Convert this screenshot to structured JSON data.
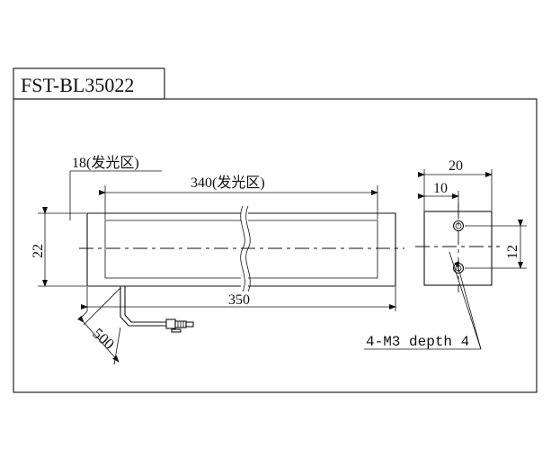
{
  "model": "FST-BL35022",
  "dims": {
    "emit_width": "18(发光区)",
    "emit_length": "340(发光区)",
    "height": "22",
    "length": "350",
    "cable": "500",
    "side_width": "20",
    "hole_offset": "10",
    "hole_spacing": "12",
    "thread": "4-M3 depth 4"
  }
}
